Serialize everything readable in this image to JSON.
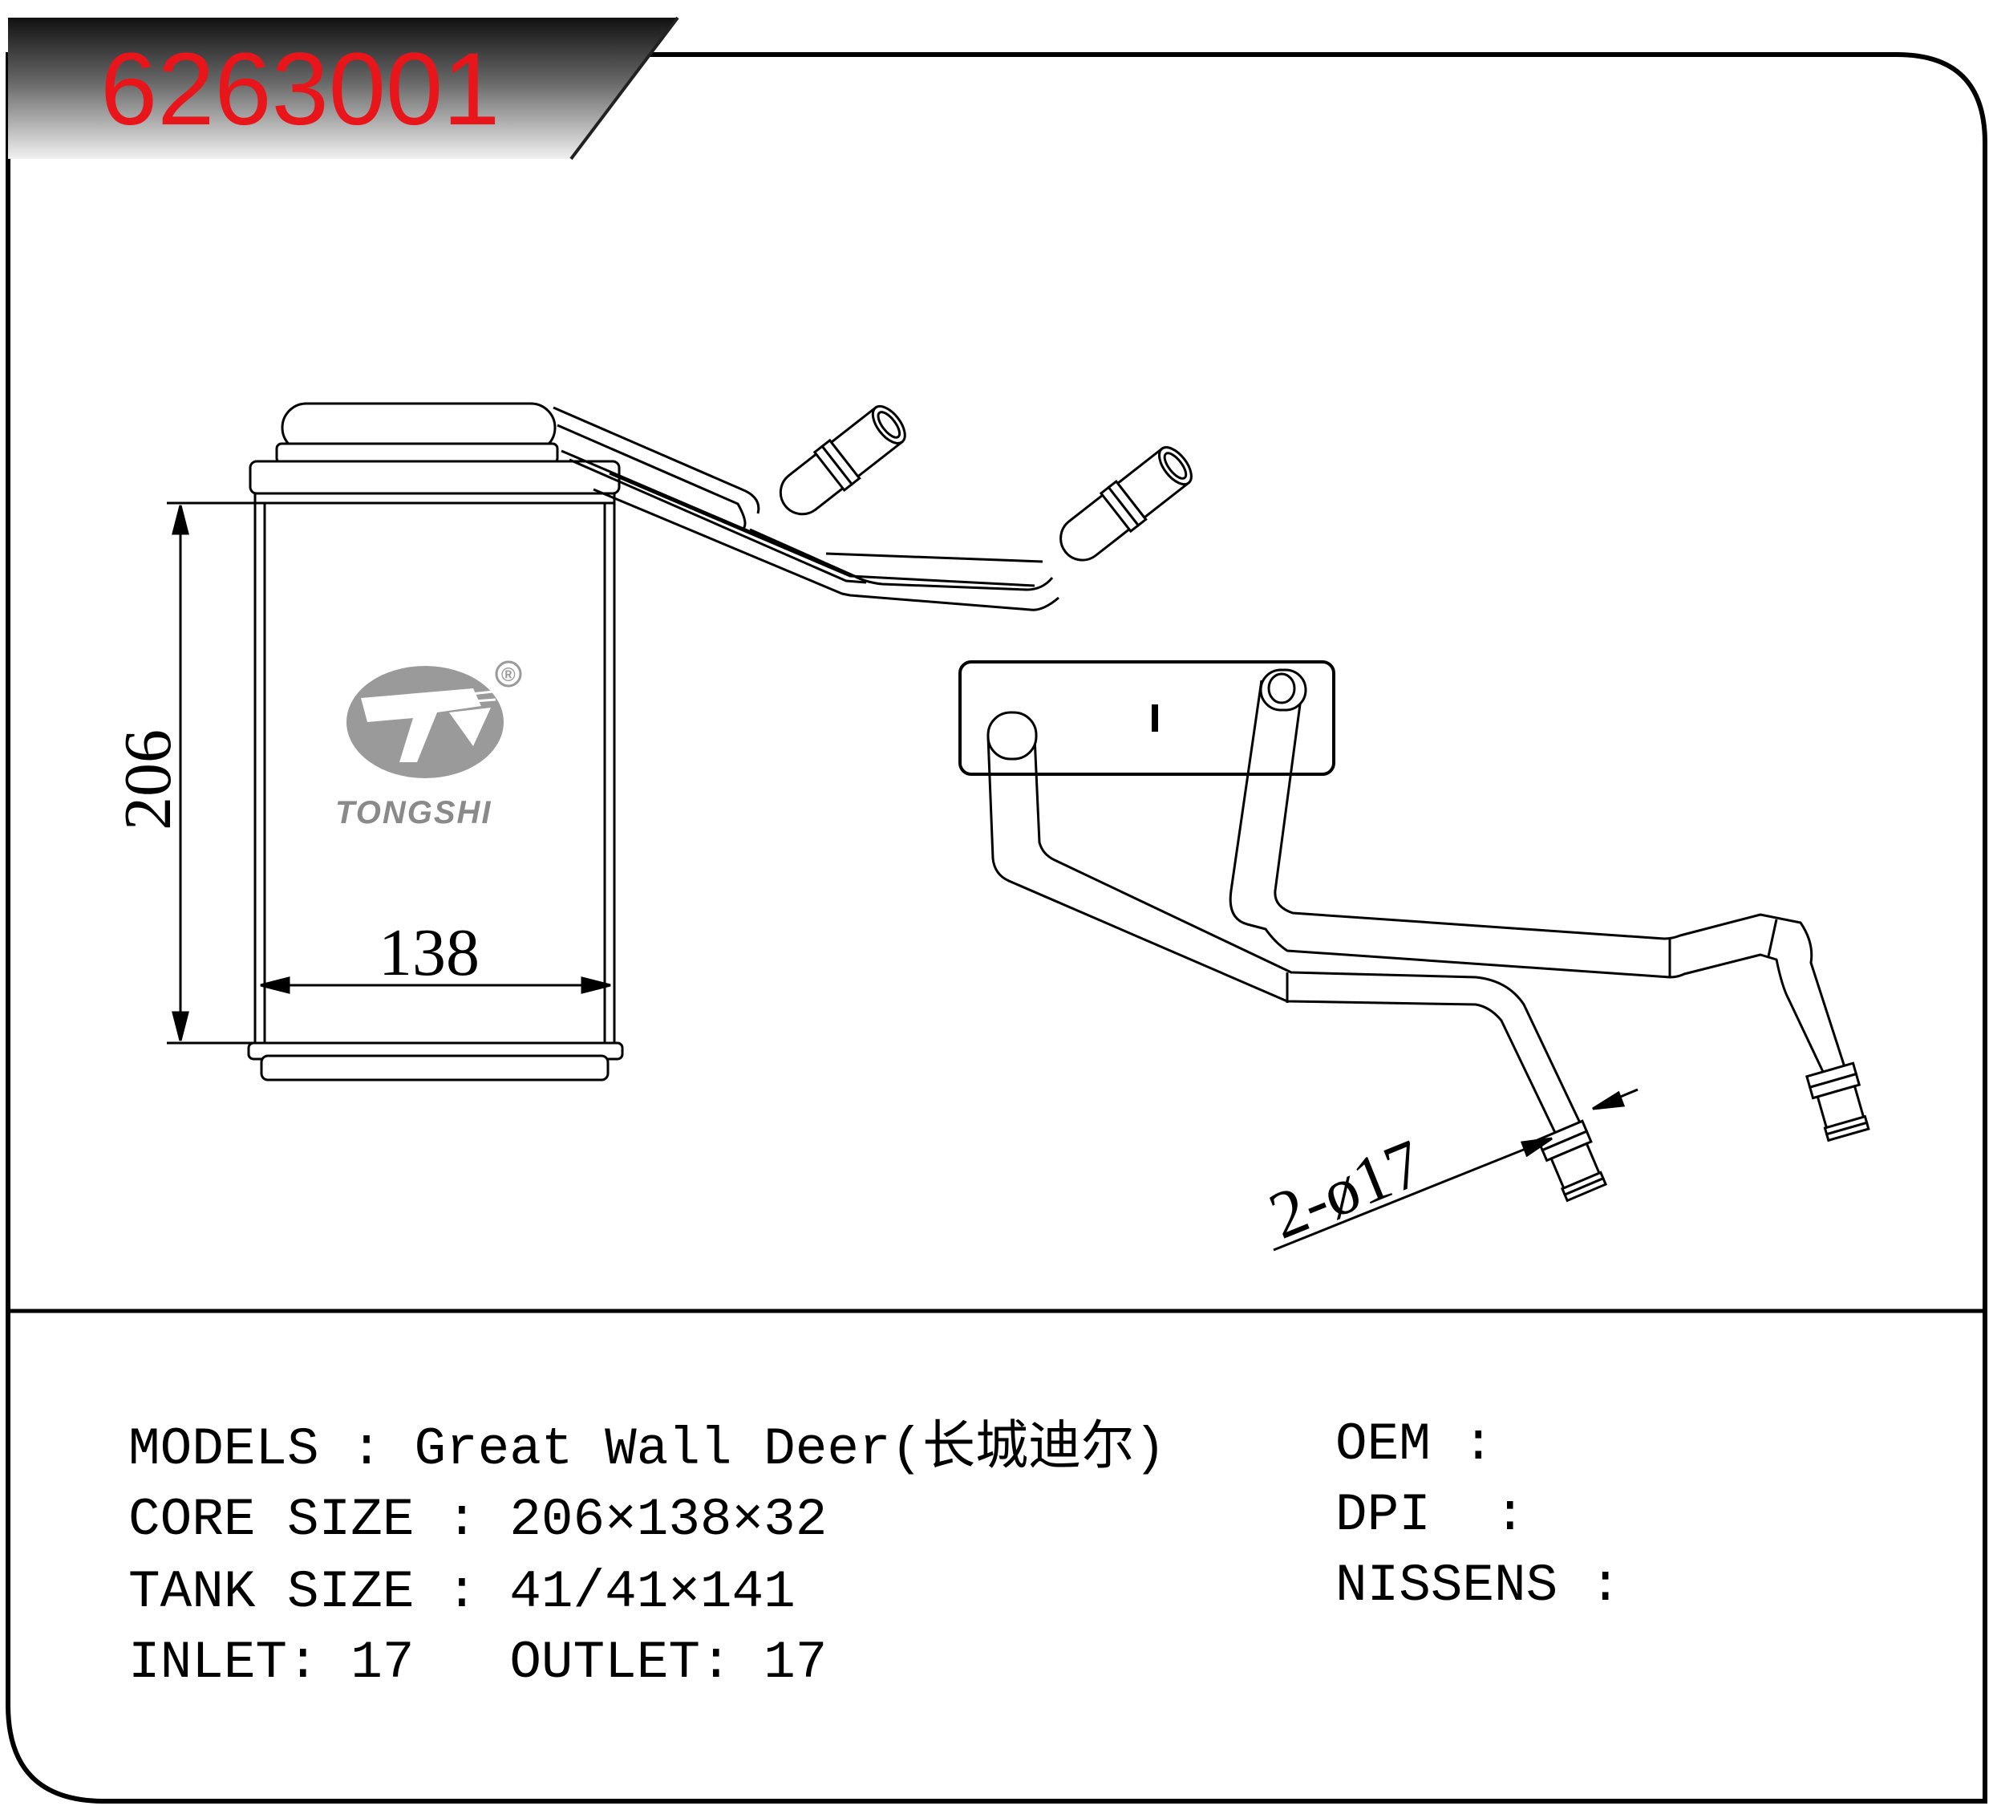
{
  "part_number": "6263001",
  "colors": {
    "part_number": "#e8161b",
    "banner_dark": "#1a1a1a",
    "banner_light": "#e0e0e0",
    "logo_gray": "#9a9a9a",
    "line": "#000000"
  },
  "dimensions": {
    "height_label": "206",
    "width_label": "138",
    "pipe_label": "2-ø17"
  },
  "logo": {
    "text": "TONGSHI",
    "registered_mark": "®"
  },
  "specs": {
    "models": {
      "label": "MODELS",
      "sep": ":",
      "value": "Great Wall Deer(长城迪尔)"
    },
    "core_size": {
      "label": "CORE SIZE",
      "sep": ":",
      "value": "206×138×32"
    },
    "tank_size": {
      "label": "TANK SIZE",
      "sep": ":",
      "value": "41/41×141"
    },
    "inlet": {
      "label": "INLET",
      "sep": ":",
      "value": "17"
    },
    "outlet": {
      "label": "OUTLET",
      "sep": ":",
      "value": "17"
    }
  },
  "refs": {
    "oem": {
      "label": "OEM",
      "sep": ":",
      "value": ""
    },
    "dpi": {
      "label": "DPI",
      "sep": ":",
      "value": ""
    },
    "nissens": {
      "label": "NISSENS",
      "sep": ":",
      "value": ""
    }
  }
}
